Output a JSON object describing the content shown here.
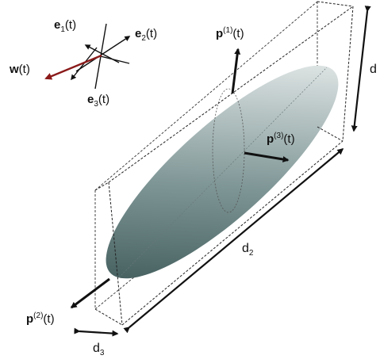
{
  "colors": {
    "wall": "#ffffff",
    "ink": "#111111",
    "w_arrow": "#8b1a1a",
    "ellipsoid_dark": "#2f4a4a",
    "ellipsoid_light": "#ffffff"
  },
  "frame_vectors": {
    "e1": {
      "symbol": "e",
      "sub": "1",
      "arg": "(t)"
    },
    "e2": {
      "symbol": "e",
      "sub": "2",
      "arg": "(t)"
    },
    "e3": {
      "symbol": "e",
      "sub": "3",
      "arg": "(t)"
    },
    "w": {
      "symbol": "w",
      "arg": "(t)"
    }
  },
  "principal_axes": {
    "p1": {
      "symbol": "p",
      "sup": "(1)",
      "arg": "(t)"
    },
    "p2": {
      "symbol": "p",
      "sup": "(2)",
      "arg": "(t)"
    },
    "p3": {
      "symbol": "p",
      "sup": "(3)",
      "arg": "(t)"
    }
  },
  "dimensions": {
    "d1": {
      "symbol": "d"
    },
    "d2": {
      "symbol": "d",
      "sub": "2"
    },
    "d3": {
      "symbol": "d",
      "sub": "3"
    }
  }
}
